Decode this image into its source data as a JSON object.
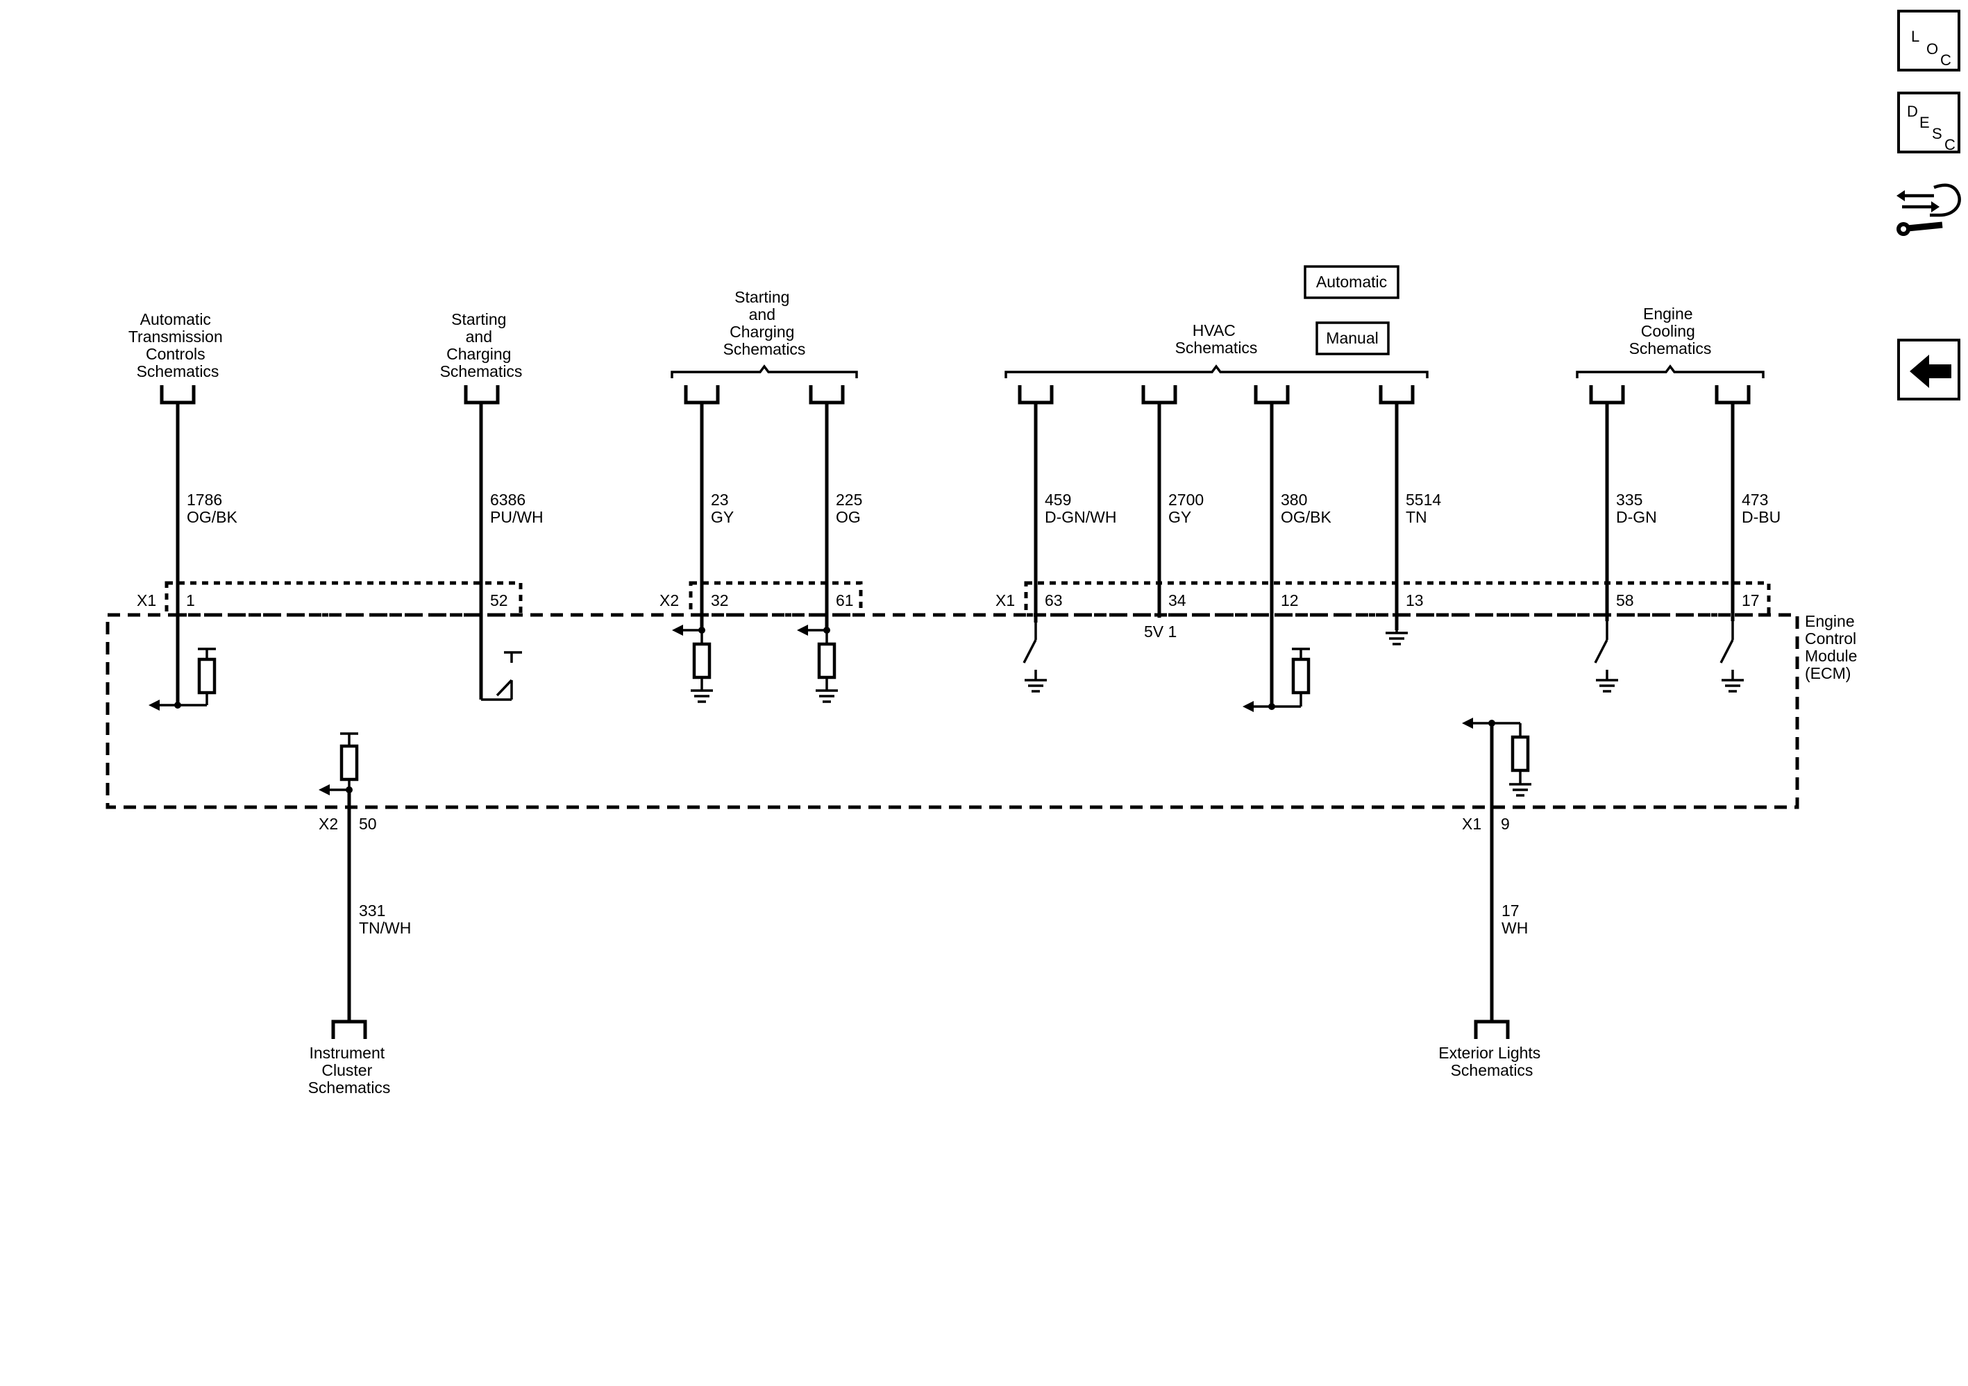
{
  "nav": {
    "loc": {
      "l1": "L",
      "l2": "O",
      "l3": "C"
    },
    "desc": {
      "l1": "D",
      "l2": "E",
      "l3": "S",
      "l4": "C"
    }
  },
  "destinations": {
    "trans": [
      "Automatic",
      "Transmission",
      "Controls",
      "Schematics"
    ],
    "starting1": [
      "Starting",
      "and",
      "Charging",
      "Schematics"
    ],
    "starting2": [
      "Starting",
      "and",
      "Charging",
      "Schematics"
    ],
    "hvac": [
      "HVAC",
      "Schematics"
    ],
    "cooling": [
      "Engine",
      "Cooling",
      "Schematics"
    ],
    "cluster": [
      "Instrument",
      "Cluster",
      "Schematics"
    ],
    "exterior": [
      "Exterior Lights",
      "Schematics"
    ]
  },
  "option_labels": {
    "automatic": "Automatic",
    "manual": "Manual"
  },
  "module": [
    "Engine",
    "Control",
    "Module",
    "(ECM)"
  ],
  "connectors": {
    "x1a": "X1",
    "x2a": "X2",
    "x1b": "X1",
    "x2b": "X2",
    "x1c": "X1"
  },
  "supply_label": "5V 1",
  "circuits": [
    {
      "id": "c1786",
      "circuit": "1786",
      "color": "OG/BK",
      "pin": "1"
    },
    {
      "id": "c6386",
      "circuit": "6386",
      "color": "PU/WH",
      "pin": "52"
    },
    {
      "id": "c23",
      "circuit": "23",
      "color": "GY",
      "pin": "32"
    },
    {
      "id": "c225",
      "circuit": "225",
      "color": "OG",
      "pin": "61"
    },
    {
      "id": "c459",
      "circuit": "459",
      "color": "D-GN/WH",
      "pin": "63"
    },
    {
      "id": "c2700",
      "circuit": "2700",
      "color": "GY",
      "pin": "34"
    },
    {
      "id": "c380",
      "circuit": "380",
      "color": "OG/BK",
      "pin": "12"
    },
    {
      "id": "c5514",
      "circuit": "5514",
      "color": "TN",
      "pin": "13"
    },
    {
      "id": "c335",
      "circuit": "335",
      "color": "D-GN",
      "pin": "58"
    },
    {
      "id": "c473",
      "circuit": "473",
      "color": "D-BU",
      "pin": "17"
    },
    {
      "id": "c331",
      "circuit": "331",
      "color": "TN/WH",
      "pin": "50"
    },
    {
      "id": "c17",
      "circuit": "17",
      "color": "WH",
      "pin": "9"
    }
  ]
}
